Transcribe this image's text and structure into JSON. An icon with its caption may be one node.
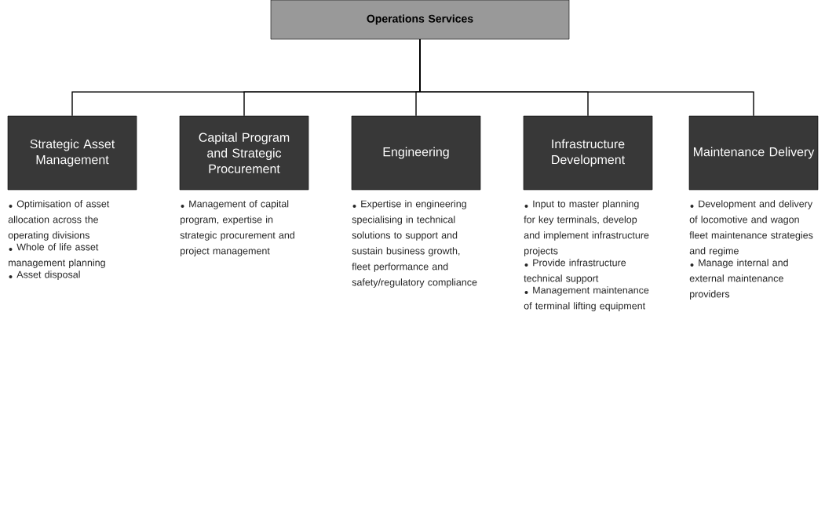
{
  "diagram": {
    "nodes": [
      {
        "text": [
          "Operations Services"
        ]
      },
      {
        "text": [
          "Strategic Asset Management"
        ],
        "beside": [
          "Optimisation of asset allocation across the operating divisions",
          "Whole of life asset management planning",
          "Asset disposal"
        ]
      },
      {
        "text": [
          "Capital Program and Strategic Procurement"
        ],
        "beside": [
          "Management of capital program, expertise in strategic procurement and project management"
        ]
      },
      {
        "text": [
          "Engineering"
        ],
        "beside": [
          "Expertise in engineering specialising in technical solutions to support and sustain business growth, fleet performance and safety/regulatory compliance"
        ]
      },
      {
        "text": [
          "Infrastructure Development"
        ],
        "beside": [
          "Input to master planning for key terminals, develop and implement infrastructure projects",
          "Provide infrastructure technical support",
          "Management maintenance of terminal lifting equipment"
        ]
      },
      {
        "text": [
          "Maintenance Delivery"
        ],
        "beside": [
          "Development and delivery of locomotive and wagon fleet maintenance strategies and regime",
          "Manage internal and external maintenance providers"
        ]
      }
    ],
    "edges": [
      {
        "from": 0,
        "to": 1,
        "arrow": "none"
      },
      {
        "from": 0,
        "to": 2,
        "arrow": "none"
      },
      {
        "from": 0,
        "to": 3,
        "arrow": "none"
      },
      {
        "from": 0,
        "to": 4,
        "arrow": "none"
      },
      {
        "from": 0,
        "to": 5,
        "arrow": "none"
      }
    ]
  }
}
